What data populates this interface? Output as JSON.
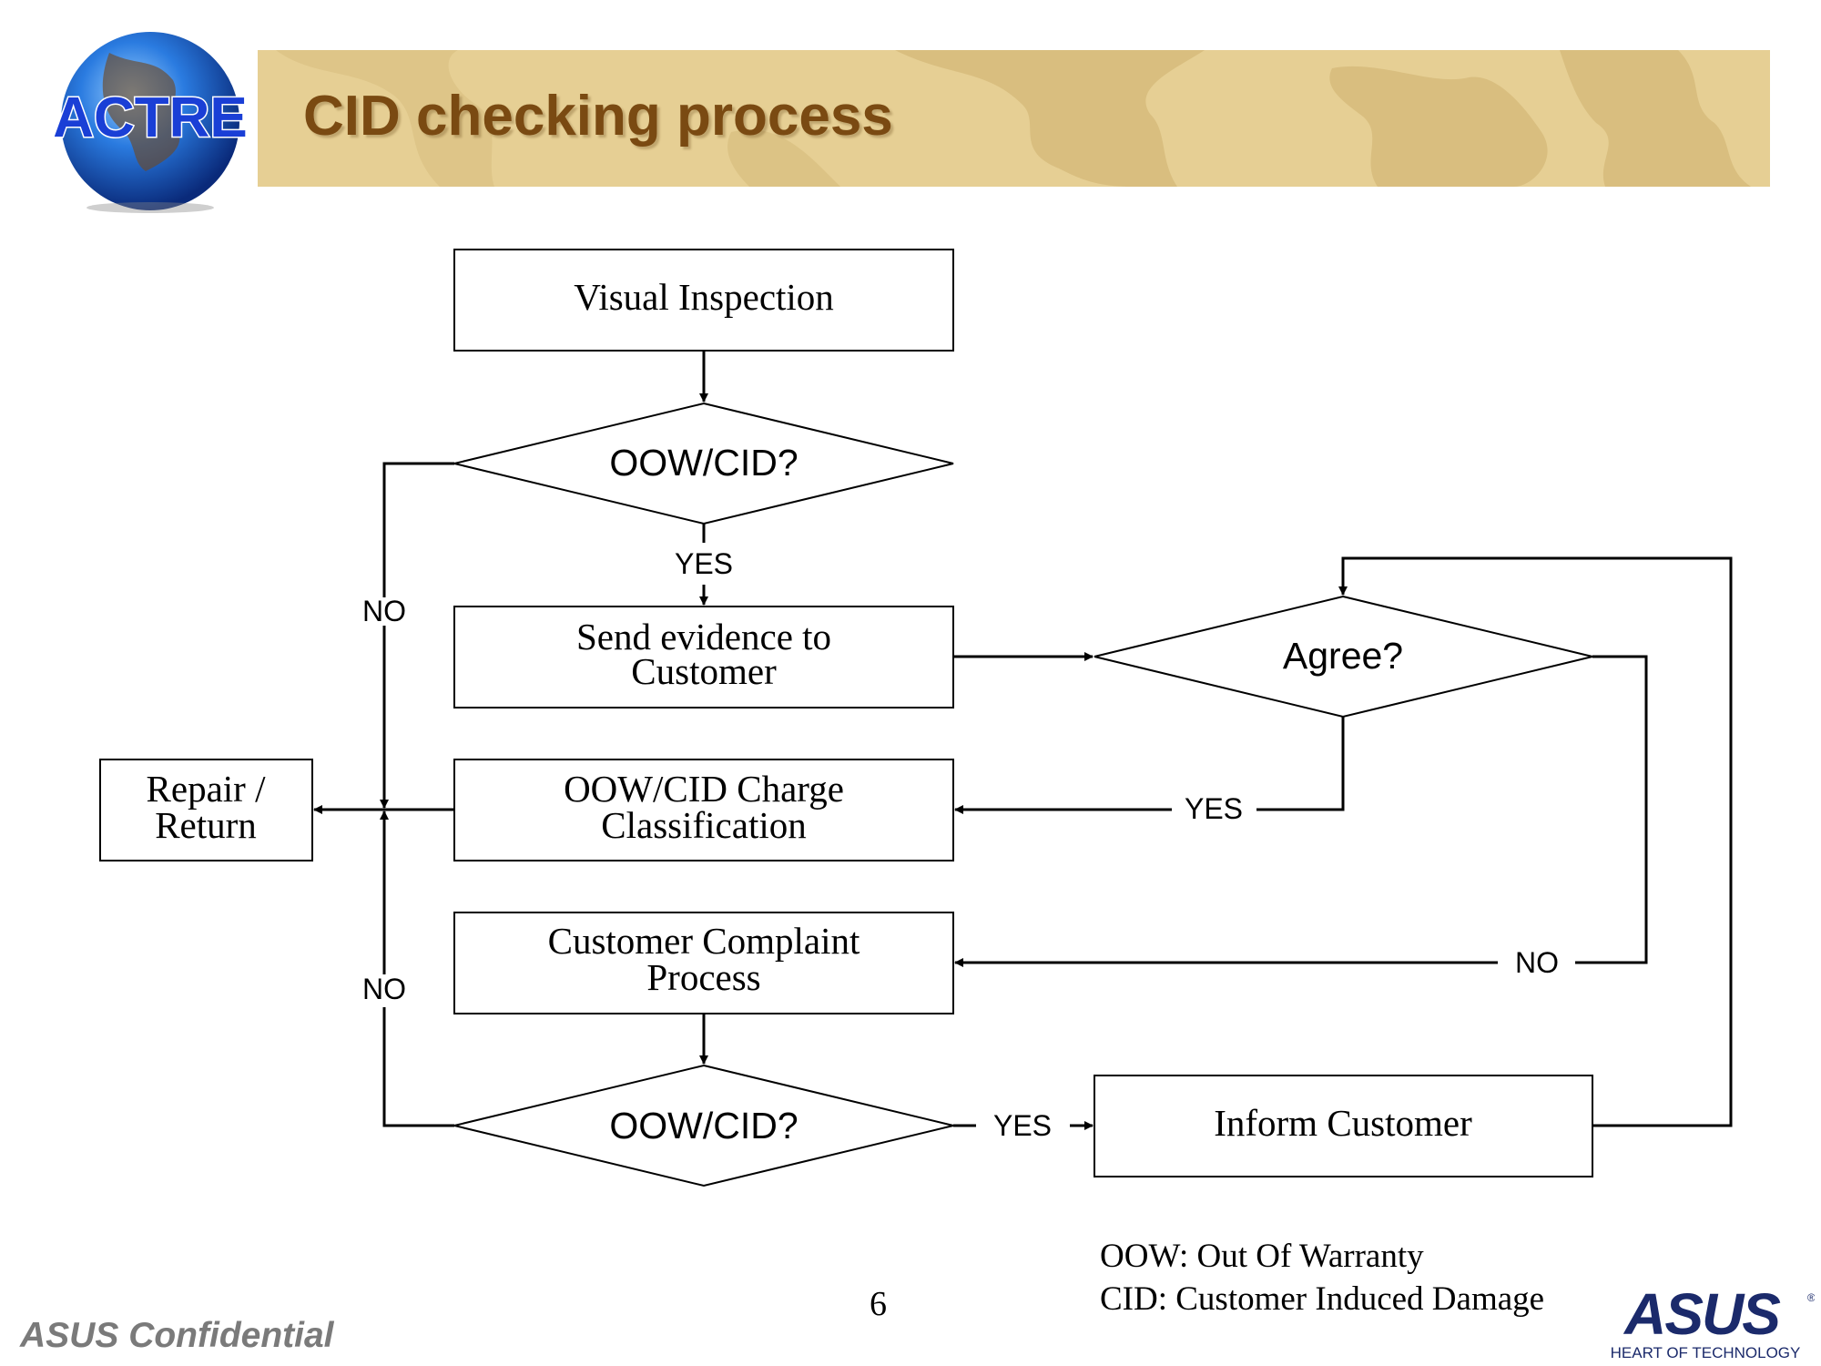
{
  "header": {
    "title": "CID checking process",
    "logo_text": "ACTRE"
  },
  "flowchart": {
    "nodes": {
      "visual_inspection": [
        "Visual Inspection"
      ],
      "decision_oow_cid_1": "OOW/CID?",
      "send_evidence": [
        "Send evidence to",
        "Customer"
      ],
      "agree": "Agree?",
      "repair_return": [
        "Repair /",
        "Return"
      ],
      "charge_classification": [
        "OOW/CID Charge",
        "Classification"
      ],
      "complaint_process": [
        "Customer Complaint",
        "Process"
      ],
      "decision_oow_cid_2": "OOW/CID?",
      "inform_customer": [
        "Inform Customer"
      ]
    },
    "edge_labels": {
      "yes_to_send_evidence": "YES",
      "no_to_repair_top": "NO",
      "yes_agree_to_charge": "YES",
      "no_agree_to_complaint": "NO",
      "no_to_repair_bottom": "NO",
      "yes_to_inform": "YES"
    }
  },
  "legend": {
    "oow": "OOW: Out Of Warranty",
    "cid": "CID: Customer Induced Damage"
  },
  "footer": {
    "page_number": "6",
    "confidential": "ASUS Confidential",
    "brand_text": "ASUS",
    "brand_tagline": "HEART OF TECHNOLOGY"
  },
  "colors": {
    "title": "#7a4a12",
    "banner": "#e6cf94",
    "brand_navy": "#1b2a6b",
    "confidential_gray": "#7a7a7a"
  },
  "icons": {
    "logo": "globe-logo-icon",
    "brand": "asus-logo-icon"
  }
}
